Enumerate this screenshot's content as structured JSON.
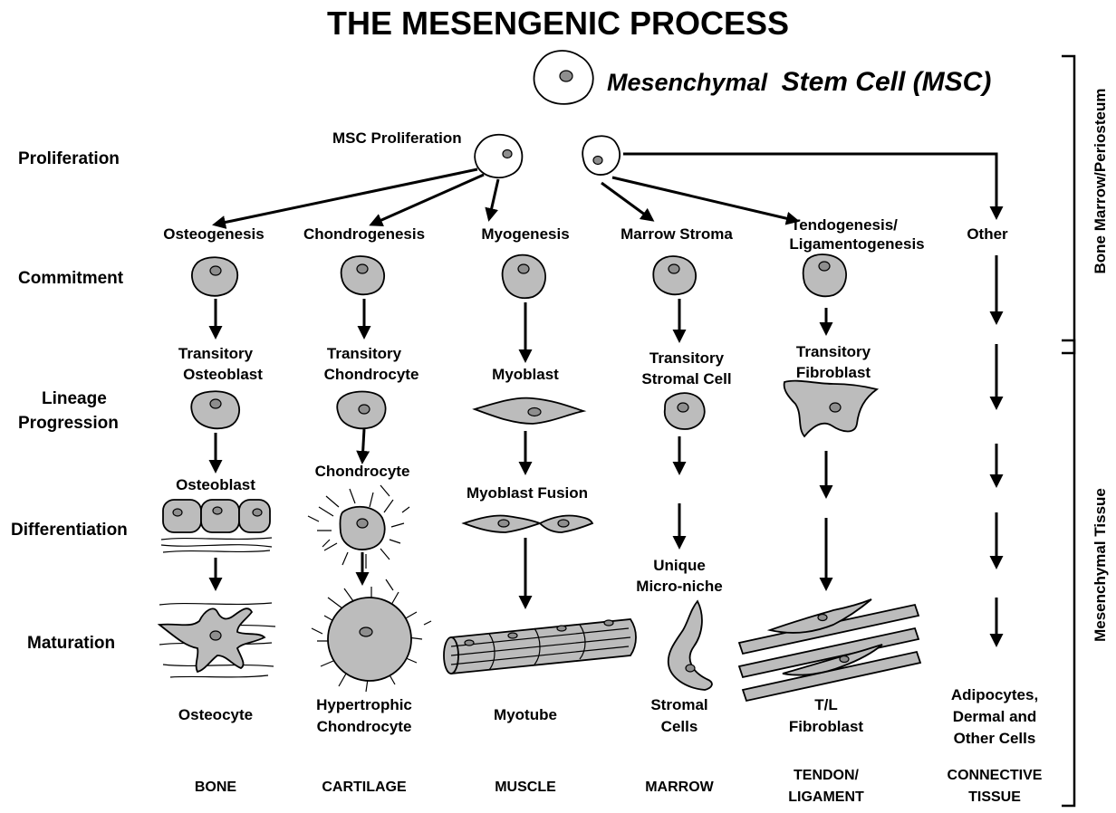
{
  "title": "THE MESENGENIC PROCESS",
  "msc": {
    "line1": "Mesenchymal",
    "line2": "Stem Cell (MSC)"
  },
  "msc_proliferation": "MSC Proliferation",
  "stages": {
    "proliferation": "Proliferation",
    "commitment": "Commitment",
    "lineage1": "Lineage",
    "lineage2": "Progression",
    "differentiation": "Differentiation",
    "maturation": "Maturation"
  },
  "lineages": [
    {
      "process": "Osteogenesis",
      "transitory1": "Transitory",
      "transitory2": "Osteoblast",
      "differentiated": "Osteoblast",
      "mature1": "Osteocyte",
      "mature2": "",
      "tissue1": "BONE",
      "tissue2": ""
    },
    {
      "process": "Chondrogenesis",
      "transitory1": "Transitory",
      "transitory2": "Chondrocyte",
      "differentiated": "Chondrocyte",
      "mature1": "Hypertrophic",
      "mature2": "Chondrocyte",
      "tissue1": "CARTILAGE",
      "tissue2": ""
    },
    {
      "process": "Myogenesis",
      "transitory1": "Myoblast",
      "transitory2": "",
      "differentiated": "Myoblast Fusion",
      "mature1": "Myotube",
      "mature2": "",
      "tissue1": "MUSCLE",
      "tissue2": ""
    },
    {
      "process": "Marrow Stroma",
      "transitory1": "Transitory",
      "transitory2": "Stromal Cell",
      "differentiated1": "Unique",
      "differentiated2": "Micro-niche",
      "mature1": "Stromal",
      "mature2": "Cells",
      "tissue1": "MARROW",
      "tissue2": ""
    },
    {
      "process1": "Tendogenesis/",
      "process2": "Ligamentogenesis",
      "transitory1": "Transitory",
      "transitory2": "Fibroblast",
      "mature1": "T/L",
      "mature2": "Fibroblast",
      "tissue1": "TENDON/",
      "tissue2": "LIGAMENT"
    },
    {
      "process": "Other",
      "mature1": "Adipocytes,",
      "mature2": "Dermal and",
      "mature3": "Other Cells",
      "tissue1": "CONNECTIVE",
      "tissue2": "TISSUE"
    }
  ],
  "side_labels": {
    "top": "Bone Marrow/Periosteum",
    "bottom": "Mesenchymal Tissue"
  },
  "colors": {
    "cell_fill": "#bcbcbc",
    "nucleus_fill": "#8e8e8e",
    "line": "#000000"
  }
}
